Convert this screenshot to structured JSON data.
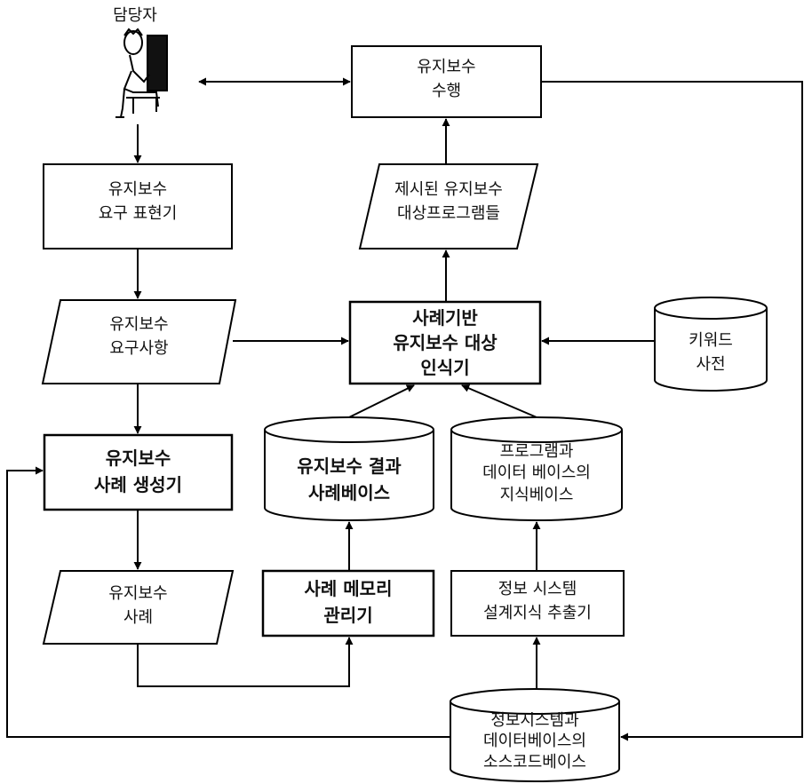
{
  "diagram": {
    "actor": {
      "label": "담당자",
      "icon": "person-at-computer-icon"
    },
    "nodes": {
      "perform": {
        "line1": "유지보수",
        "line2": "수행"
      },
      "req_expr": {
        "line1": "유지보수",
        "line2": "요구 표현기"
      },
      "presented": {
        "line1": "제시된 유지보수",
        "line2": "대상프로그램들"
      },
      "requirements": {
        "line1": "유지보수",
        "line2": "요구사항"
      },
      "recognizer": {
        "line1": "사례기반",
        "line2": "유지보수 대상",
        "line3": "인식기"
      },
      "keyword_dict": {
        "line1": "키워드",
        "line2": "사전"
      },
      "case_gen": {
        "line1": "유지보수",
        "line2": "사례 생성기"
      },
      "result_casebase": {
        "line1": "유지보수 결과",
        "line2": "사례베이스"
      },
      "knowledge_base": {
        "line1": "프로그램과",
        "line2": "데이터 베이스의",
        "line3": "지식베이스"
      },
      "case": {
        "line1": "유지보수",
        "line2": "사례"
      },
      "case_mem": {
        "line1": "사례 메모리",
        "line2": "관리기"
      },
      "extractor": {
        "line1": "정보 시스템",
        "line2": "설계지식 추출기"
      },
      "source_base": {
        "line1": "정보시스템과",
        "line2": "데이터베이스의",
        "line3": "소스코드베이스"
      }
    }
  }
}
